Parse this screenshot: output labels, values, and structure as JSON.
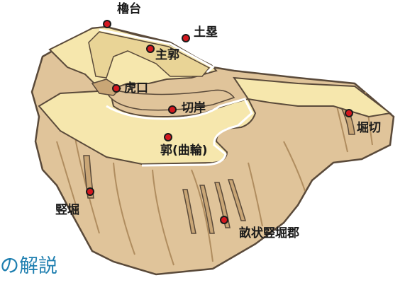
{
  "labels": {
    "yagura_dai": "櫓台",
    "dorui": "土塁",
    "shukuruwa": "主郭",
    "koguchi": "虎口",
    "kirigishi": "切岸",
    "kuruwa": "郭(曲輪)",
    "horikiri": "堀切",
    "tatebori": "竪堀",
    "unejo_tatebori_gun": "畝状竪堀郡"
  },
  "caption": "の解説",
  "colors": {
    "terrace_fill": "#f6e7ad",
    "slope_fill": "#e0c49a",
    "slope_shadow": "#c9a676",
    "outline": "#5a4a3a",
    "wall_line": "#ffffff",
    "marker_red": "#d4181f",
    "caption_blue": "#1f7fb0"
  }
}
